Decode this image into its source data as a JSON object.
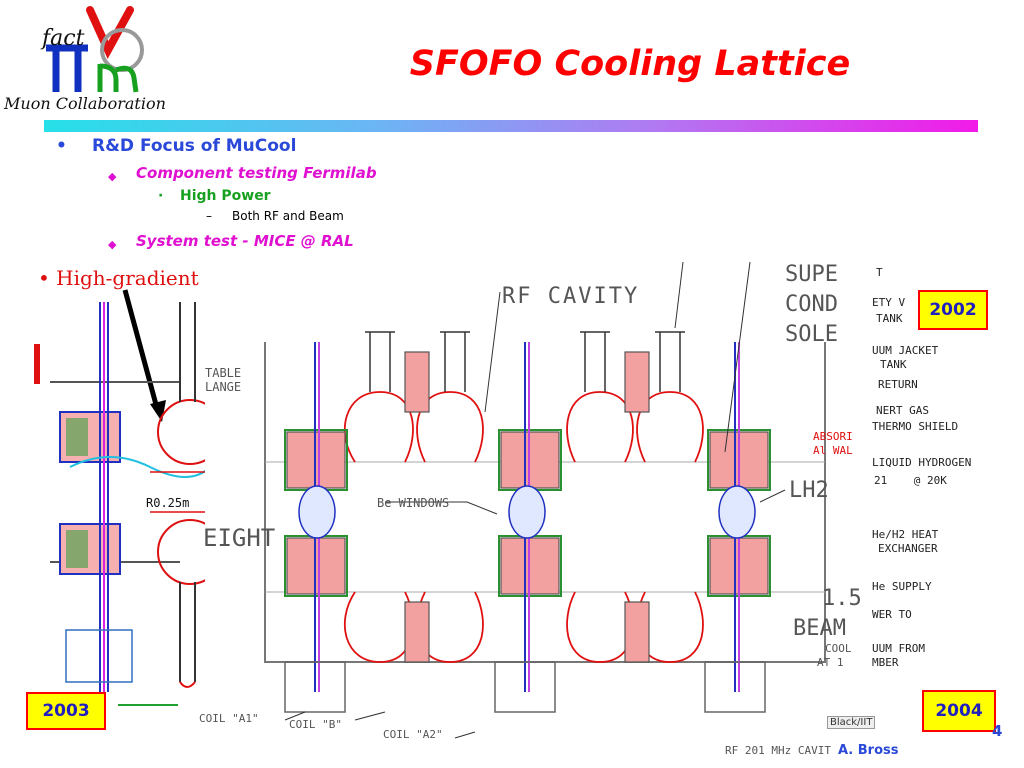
{
  "logo": {
    "fact_text": "fact",
    "collaboration_text": "Muon Collaboration"
  },
  "title": "SFOFO Cooling Lattice",
  "bullets": {
    "level1": {
      "marker": "•",
      "text": "R&D Focus of MuCool"
    },
    "level2a": {
      "marker": "◆",
      "text": "Component testing Fermilab"
    },
    "level3": {
      "marker": "·",
      "text": "High Power"
    },
    "level4": {
      "marker": "–",
      "text": "Both RF and Beam"
    },
    "level2b": {
      "marker": "◆",
      "text": "System test - MICE @ RAL"
    }
  },
  "left_figure": {
    "heading": "• High-gradient",
    "r_label": "R0.25m",
    "table_label_1": "TABLE",
    "table_label_2": "LANGE",
    "eight_label": "EIGHT"
  },
  "main_figure": {
    "rf_cavity": "RF CAVITY",
    "supe": "SUPE",
    "cond": "COND",
    "sole": "SOLE",
    "be_windows": "Be WINDOWS",
    "lh2": "LH2",
    "absorber_1": "ABSORI",
    "absorber_2": "Al WAL",
    "beam_value": "1.5",
    "beam_label": "BEAM",
    "coil_a1": "COIL \"A1\"",
    "coil_b": "COIL \"B\"",
    "coil_a2": "COIL \"A2\"",
    "bottom_caption": "RF 201 MHz CAVIT",
    "black_iit": "Black/IIT",
    "cool": "COOL",
    "at_1": "AT 1",
    "right_labels": [
      "T",
      "ETY V",
      "TANK",
      "UUM JACKET",
      "TANK",
      "RETURN",
      "NERT GAS",
      "THERMO SHIELD",
      "LIQUID HYDROGEN",
      "21    @ 20K",
      "He/H2 HEAT",
      "EXCHANGER",
      "He SUPPLY",
      "WER TO",
      "UUM FROM",
      "MBER"
    ]
  },
  "years": {
    "top_right": "2002",
    "bottom_right": "2004",
    "bottom_left": "2003"
  },
  "footer": {
    "author": "A. Bross",
    "page_number": "4"
  }
}
